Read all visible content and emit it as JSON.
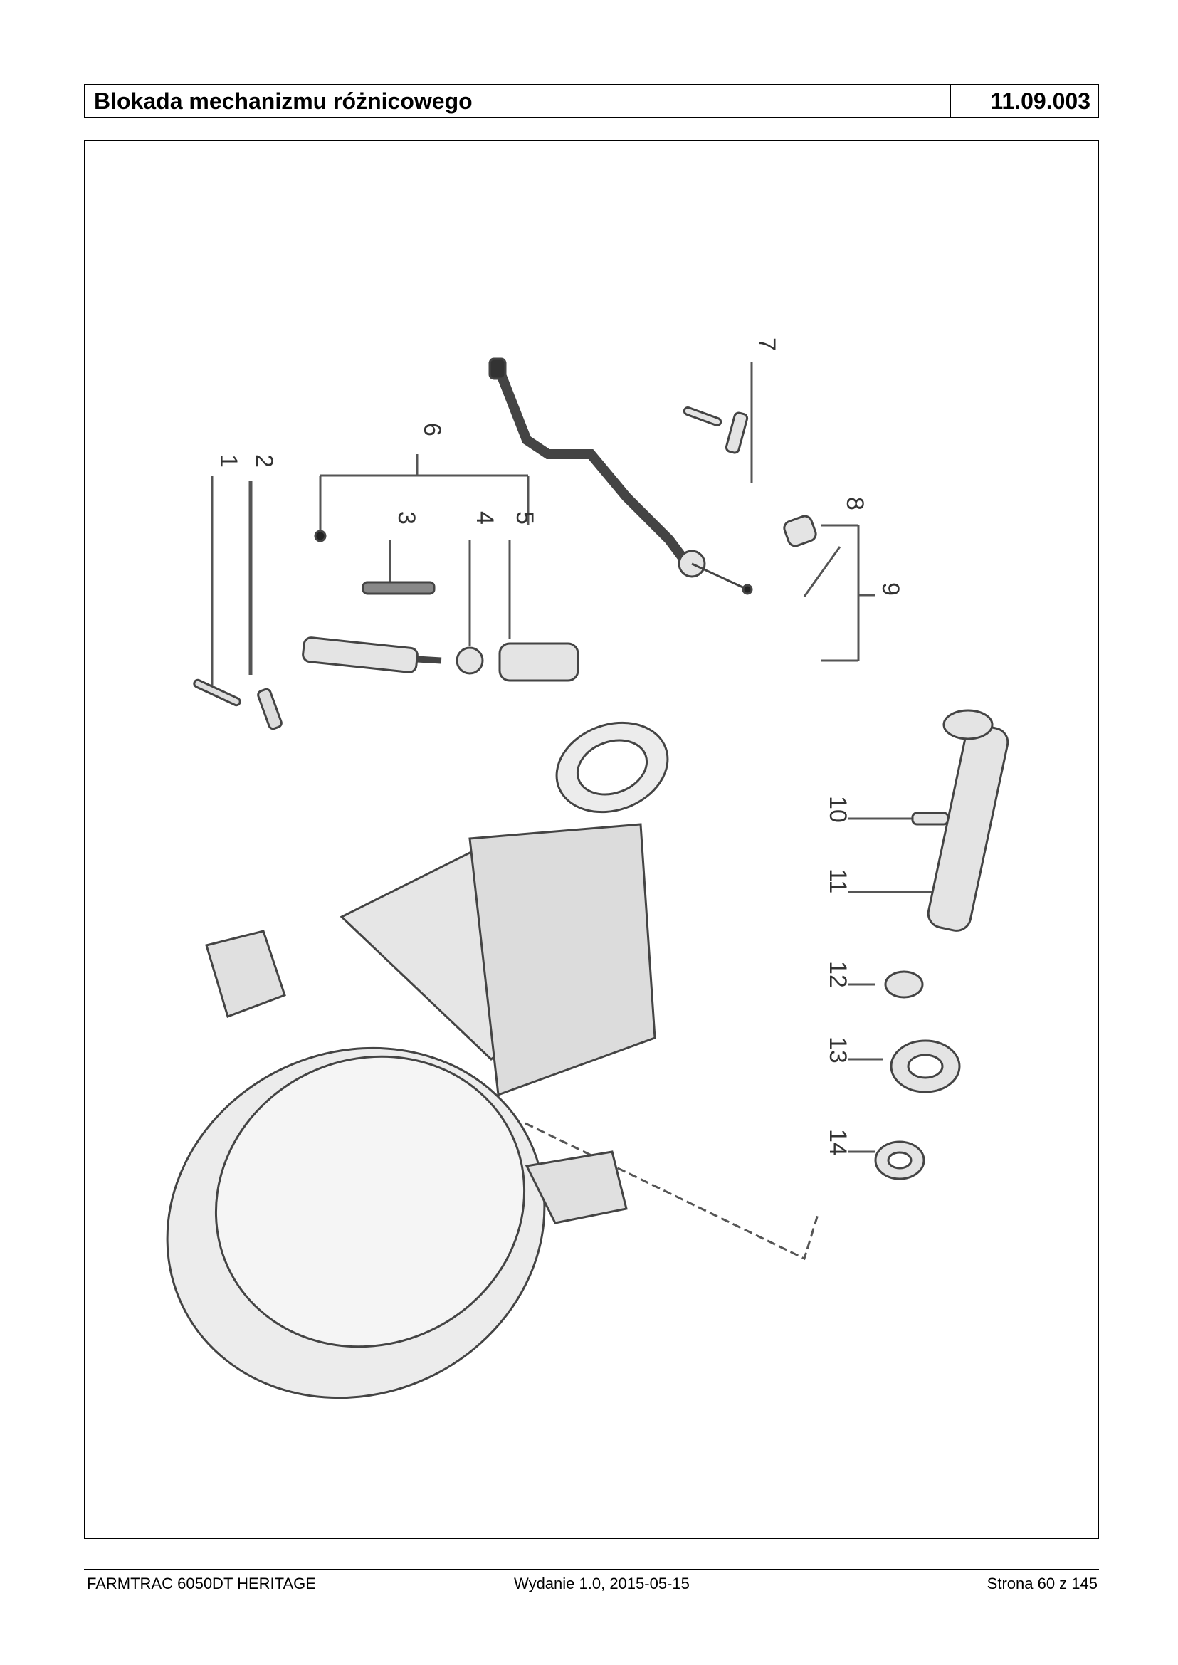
{
  "header": {
    "title": "Blokada mechanizmu różnicowego",
    "code": "11.09.003"
  },
  "callouts": [
    "1",
    "2",
    "3",
    "4",
    "5",
    "6",
    "7",
    "8",
    "9",
    "10",
    "11",
    "12",
    "13",
    "14"
  ],
  "footer": {
    "model": "FARMTRAC 6050DT HERITAGE",
    "edition": "Wydanie 1.0,  2015-05-15",
    "page": "Strona 60 z 145"
  }
}
